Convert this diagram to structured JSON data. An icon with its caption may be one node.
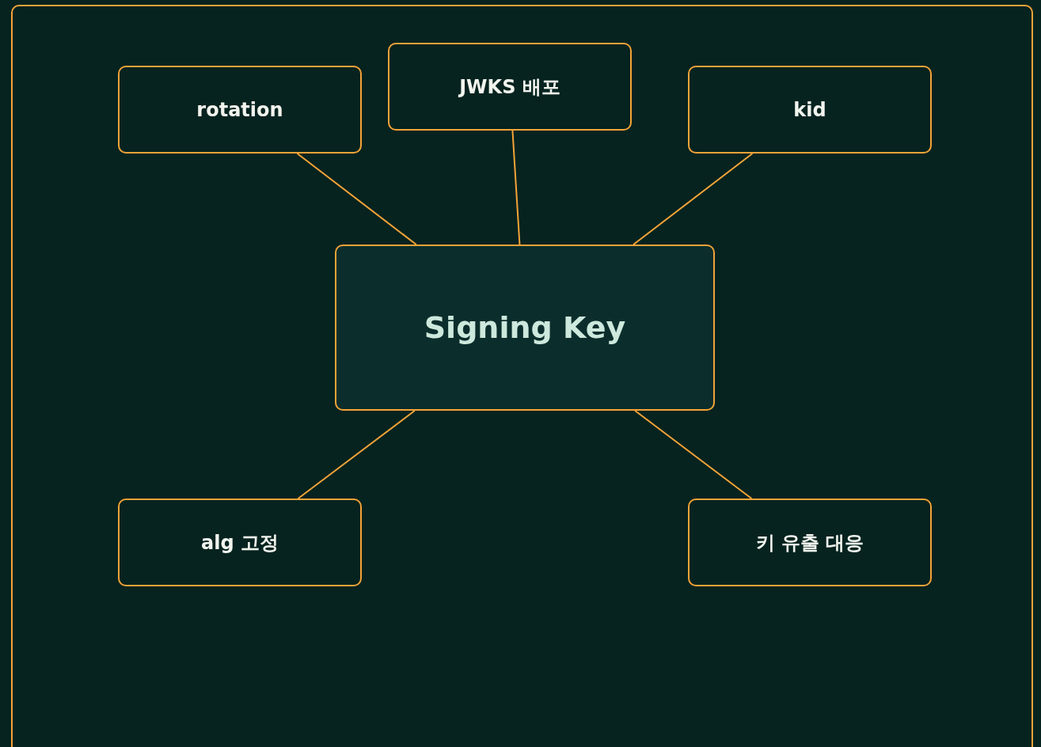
{
  "diagram": {
    "nodes": [
      {
        "text": [
          "rotation"
        ]
      },
      {
        "text": [
          "JWKS 배포"
        ]
      },
      {
        "text": [
          "kid"
        ]
      },
      {
        "text": [
          "Signing Key"
        ]
      },
      {
        "text": [
          "alg 고정"
        ]
      },
      {
        "text": [
          "키 유출 대응"
        ]
      }
    ],
    "edges": [
      {
        "from": 3,
        "to": 0,
        "arrow": "none"
      },
      {
        "from": 3,
        "to": 1,
        "arrow": "none"
      },
      {
        "from": 3,
        "to": 2,
        "arrow": "none"
      },
      {
        "from": 3,
        "to": 4,
        "arrow": "none"
      },
      {
        "from": 3,
        "to": 5,
        "arrow": "none"
      }
    ]
  }
}
